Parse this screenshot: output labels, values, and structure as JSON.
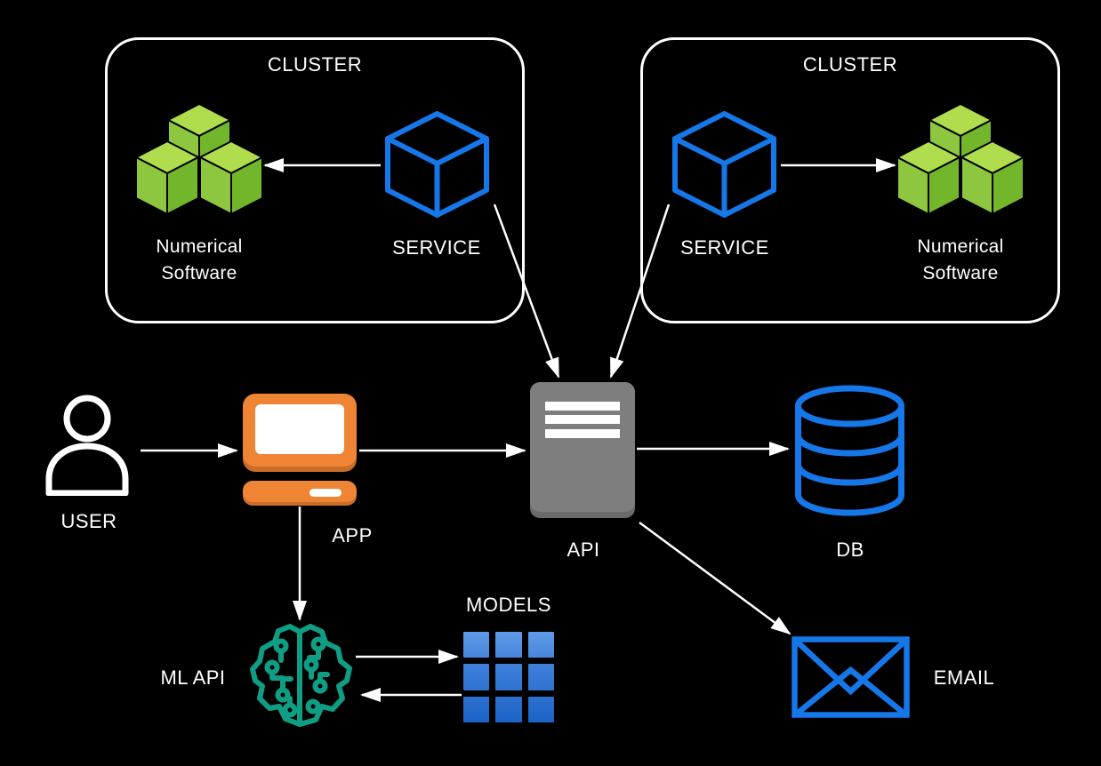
{
  "colors": {
    "background": "#000000",
    "line": "#ffffff",
    "text": "#ffffff",
    "blue": "#1677e8",
    "green_top": "#b0dd4d",
    "green_left": "#8dc63f",
    "green_right": "#72b62c",
    "orange": "#ef8434",
    "orange_dark": "#c96d28",
    "gray": "#7e7e7e",
    "gray_dark": "#6b6b6b",
    "teal": "#0f9d84",
    "models_row1_a": "#5f9ae6",
    "models_row1_b": "#4787dd",
    "models_row2_a": "#4080da",
    "models_row2_b": "#2e73d1",
    "models_row3_a": "#2e71cf",
    "models_row3_b": "#1a63c5"
  },
  "clusters": {
    "left": {
      "title": "CLUSTER",
      "service_label": "SERVICE",
      "software_line1": "Numerical",
      "software_line2": "Software"
    },
    "right": {
      "title": "CLUSTER",
      "service_label": "SERVICE",
      "software_line1": "Numerical",
      "software_line2": "Software"
    }
  },
  "nodes": {
    "user": "USER",
    "app": "APP",
    "api": "API",
    "db": "DB",
    "ml_api": "ML API",
    "models": "MODELS",
    "email": "EMAIL"
  },
  "edges": [
    {
      "from": "service-left",
      "to": "numerical-software-left"
    },
    {
      "from": "service-right",
      "to": "numerical-software-right"
    },
    {
      "from": "service-left",
      "to": "api"
    },
    {
      "from": "service-right",
      "to": "api"
    },
    {
      "from": "user",
      "to": "app"
    },
    {
      "from": "app",
      "to": "api"
    },
    {
      "from": "api",
      "to": "db"
    },
    {
      "from": "api",
      "to": "email"
    },
    {
      "from": "app",
      "to": "ml-api"
    },
    {
      "from": "ml-api",
      "to": "models"
    },
    {
      "from": "models",
      "to": "ml-api"
    }
  ]
}
